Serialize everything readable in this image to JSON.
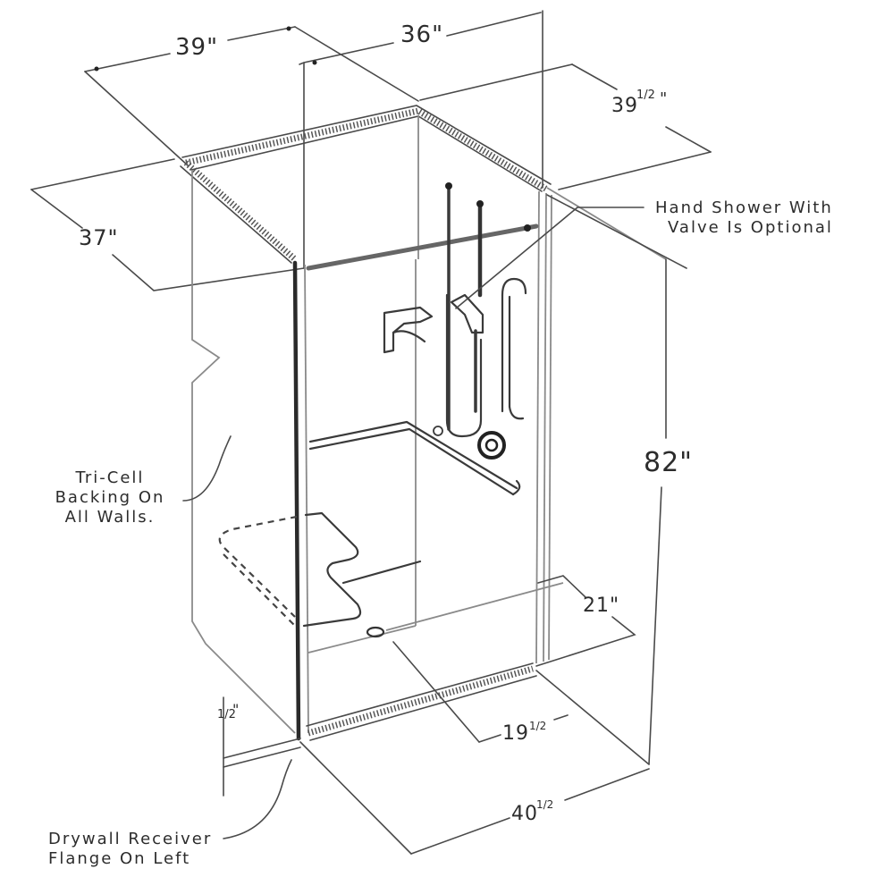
{
  "diagram": {
    "subject": "Accessible shower unit with seat, grab bars and hand shower — isometric dimension drawing",
    "line_color": "#3a3a3a",
    "background": "#ffffff"
  },
  "dimensions": {
    "top_width_outer": "39\"",
    "top_width_inner": "36\"",
    "depth_right": "39",
    "depth_right_frac": "1/2",
    "depth_right_unit": "\"",
    "depth_left": "37\"",
    "height": "82\"",
    "drain_offset": "21\"",
    "drain_from_side_whole": "19",
    "drain_from_side_frac": "1/2",
    "bottom_width_whole": "40",
    "bottom_width_frac": "1/2",
    "flange_whole": "",
    "flange_frac": "1/2",
    "flange_unit": "\""
  },
  "notes": {
    "hand_shower": [
      "Hand Shower With",
      "Valve Is Optional"
    ],
    "tri_cell": [
      "Tri-Cell",
      "Backing On",
      "All Walls."
    ],
    "drywall": [
      "Drywall Receiver",
      "Flange On Left"
    ]
  },
  "components": [
    {
      "name": "shower-walls",
      "label": "Shower walls"
    },
    {
      "name": "folding-seat",
      "label": "Seat (dashed folded position)"
    },
    {
      "name": "grab-bar-horizontal",
      "label": "Horizontal grab bar"
    },
    {
      "name": "grab-bar-vertical",
      "label": "Vertical grab bar"
    },
    {
      "name": "hand-shower-slide-bar",
      "label": "Hand shower slide bar"
    },
    {
      "name": "soap-dish",
      "label": "Soap dish"
    },
    {
      "name": "valve",
      "label": "Valve"
    },
    {
      "name": "drain",
      "label": "Drain"
    },
    {
      "name": "curtain-rod",
      "label": "Curtain rod"
    }
  ]
}
